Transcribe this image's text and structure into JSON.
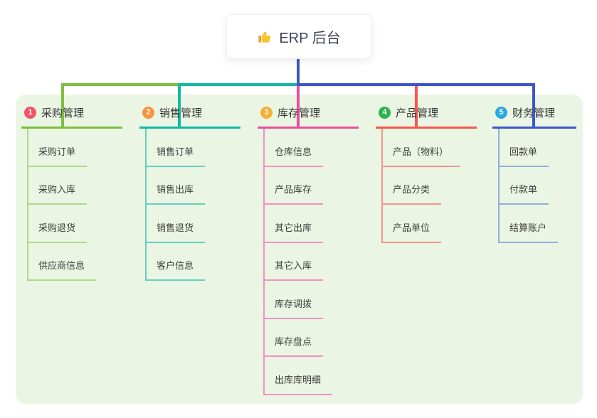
{
  "root": {
    "label": "ERP 后台",
    "icon": "thumbs-up"
  },
  "colors": {
    "panel_background": "#eaf6e3",
    "root_connector": "#3d55c8",
    "thumb_hand": "#f6c62f",
    "thumb_cuff": "#e9a03b"
  },
  "branches": [
    {
      "badge": "1",
      "label": "采购管理",
      "badge_color": "#f25268",
      "line_color": "#7fbf3f",
      "tint_color": "#aed98c",
      "children": [
        "采购订单",
        "采购入库",
        "采购退货",
        "供应商信息"
      ]
    },
    {
      "badge": "2",
      "label": "销售管理",
      "badge_color": "#f8923c",
      "line_color": "#12b8a6",
      "tint_color": "#62d0c1",
      "children": [
        "销售订单",
        "销售出库",
        "销售退货",
        "客户信息"
      ]
    },
    {
      "badge": "3",
      "label": "库存管理",
      "badge_color": "#f6ae33",
      "line_color": "#ea4e9e",
      "tint_color": "#f490c1",
      "children": [
        "仓库信息",
        "产品库存",
        "其它出库",
        "其它入库",
        "库存调拨",
        "库存盘点",
        "出库库明细"
      ]
    },
    {
      "badge": "4",
      "label": "产品管理",
      "badge_color": "#2db44e",
      "line_color": "#f8564f",
      "tint_color": "#f9928c",
      "children": [
        "产品（物料）",
        "产品分类",
        "产品单位"
      ]
    },
    {
      "badge": "5",
      "label": "财务管理",
      "badge_color": "#29a9e1",
      "line_color": "#3d55c8",
      "tint_color": "#93abe0",
      "children": [
        "回款单",
        "付款单",
        "结算账户"
      ]
    }
  ]
}
